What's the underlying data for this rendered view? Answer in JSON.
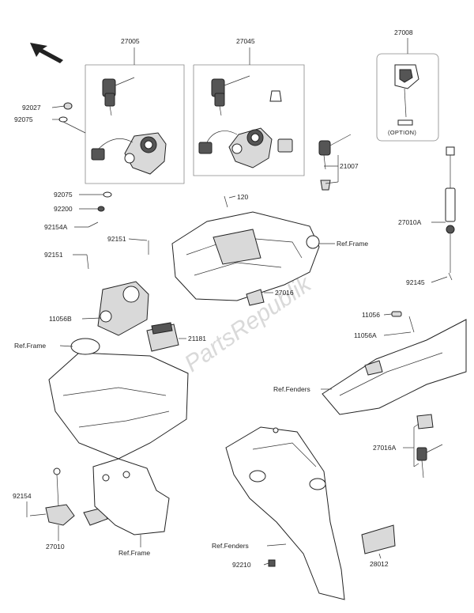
{
  "watermark": "PartsRepublik",
  "option_label": "(OPTION)",
  "parts": [
    {
      "id": "p27005",
      "label": "27005"
    },
    {
      "id": "p27045",
      "label": "27045"
    },
    {
      "id": "p27008",
      "label": "27008"
    },
    {
      "id": "p92027",
      "label": "92027"
    },
    {
      "id": "p92075a",
      "label": "92075"
    },
    {
      "id": "p92075b",
      "label": "92075"
    },
    {
      "id": "p92200",
      "label": "92200"
    },
    {
      "id": "p92154A",
      "label": "92154A"
    },
    {
      "id": "p92151a",
      "label": "92151"
    },
    {
      "id": "p92151b",
      "label": "92151"
    },
    {
      "id": "p120",
      "label": "120"
    },
    {
      "id": "pRefFrame1",
      "label": "Ref.Frame"
    },
    {
      "id": "p21007",
      "label": "21007"
    },
    {
      "id": "p27010A",
      "label": "27010A"
    },
    {
      "id": "p27016",
      "label": "27016"
    },
    {
      "id": "p92145",
      "label": "92145"
    },
    {
      "id": "p11056B",
      "label": "11056B"
    },
    {
      "id": "p21181",
      "label": "21181"
    },
    {
      "id": "pRefFrame2",
      "label": "Ref.Frame"
    },
    {
      "id": "p11056",
      "label": "11056"
    },
    {
      "id": "p11056A",
      "label": "11056A"
    },
    {
      "id": "pRefFenders1",
      "label": "Ref.Fenders"
    },
    {
      "id": "p27016A",
      "label": "27016A"
    },
    {
      "id": "p92154",
      "label": "92154"
    },
    {
      "id": "p27010",
      "label": "27010"
    },
    {
      "id": "pRefFrame3",
      "label": "Ref.Frame"
    },
    {
      "id": "pRefFenders2",
      "label": "Ref.Fenders"
    },
    {
      "id": "p92210",
      "label": "92210"
    },
    {
      "id": "p28012",
      "label": "28012"
    }
  ]
}
